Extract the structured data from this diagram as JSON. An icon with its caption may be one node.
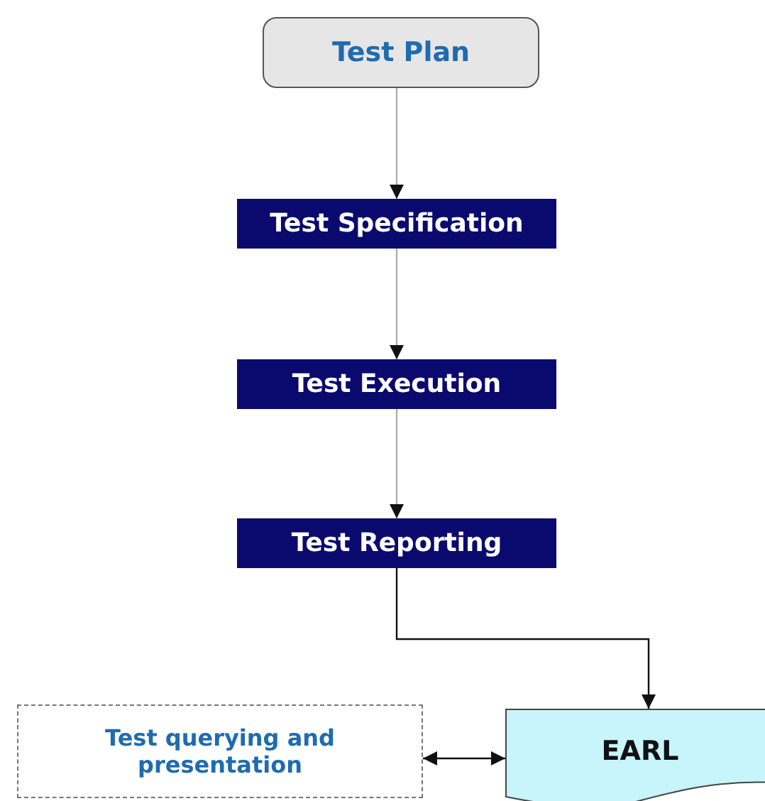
{
  "diagram": {
    "nodes": [
      {
        "text": [
          "Test Plan"
        ]
      },
      {
        "text": [
          "Test Specification"
        ]
      },
      {
        "text": [
          "Test Execution"
        ]
      },
      {
        "text": [
          "Test Reporting"
        ]
      },
      {
        "text": [
          "Test querying and presentation"
        ]
      },
      {
        "text": [
          "EARL"
        ]
      }
    ],
    "edges": [
      {
        "from": 0,
        "to": 1,
        "arrow": "to",
        "color": "#b0b0b0"
      },
      {
        "from": 1,
        "to": 2,
        "arrow": "to",
        "color": "#b0b0b0"
      },
      {
        "from": 2,
        "to": 3,
        "arrow": "to",
        "color": "#b0b0b0"
      },
      {
        "from": 3,
        "to": 5,
        "arrow": "to",
        "color": "#111111"
      },
      {
        "from": 4,
        "to": 5,
        "arrow": "both",
        "color": "#111111"
      }
    ]
  }
}
